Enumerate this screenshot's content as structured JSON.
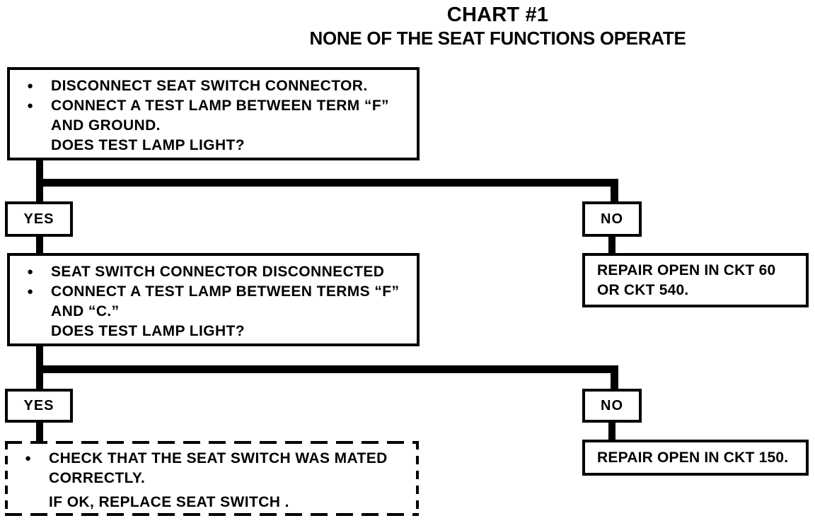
{
  "page": {
    "title": "CHART #1",
    "subtitle": "NONE OF THE SEAT FUNCTIONS OPERATE"
  },
  "icons": {
    "bullet": "●"
  },
  "colors": {
    "ink": "#000000",
    "paper": "#ffffff"
  },
  "flow": {
    "step1": {
      "rows": [
        {
          "bullet": true,
          "lines": [
            "DISCONNECT SEAT SWITCH CONNECTOR."
          ]
        },
        {
          "bullet": true,
          "lines": [
            "CONNECT A TEST LAMP BETWEEN TERM “F”",
            "AND GROUND."
          ]
        },
        {
          "bullet": false,
          "lines": [
            "DOES TEST LAMP LIGHT?"
          ]
        }
      ]
    },
    "branch1": {
      "yes": "YES",
      "no": "NO"
    },
    "step2": {
      "rows": [
        {
          "bullet": true,
          "lines": [
            "SEAT SWITCH CONNECTOR DISCONNECTED"
          ]
        },
        {
          "bullet": true,
          "lines": [
            "CONNECT A TEST LAMP BETWEEN TERMS “F”",
            "AND “C.”"
          ]
        },
        {
          "bullet": false,
          "lines": [
            "DOES TEST LAMP LIGHT?"
          ]
        }
      ]
    },
    "branch2": {
      "yes": "YES",
      "no": "NO"
    },
    "result_no1": {
      "lines": [
        "REPAIR OPEN IN CKT 60",
        "OR CKT 540."
      ]
    },
    "result_no2": {
      "lines": [
        "REPAIR OPEN IN CKT 150."
      ]
    },
    "result_yes2": {
      "rows": [
        {
          "bullet": true,
          "lines": [
            "CHECK THAT THE SEAT SWITCH WAS MATED",
            "CORRECTLY."
          ]
        },
        {
          "bullet": false,
          "lines": [
            "IF OK, REPLACE SEAT SWITCH ."
          ]
        }
      ]
    }
  }
}
